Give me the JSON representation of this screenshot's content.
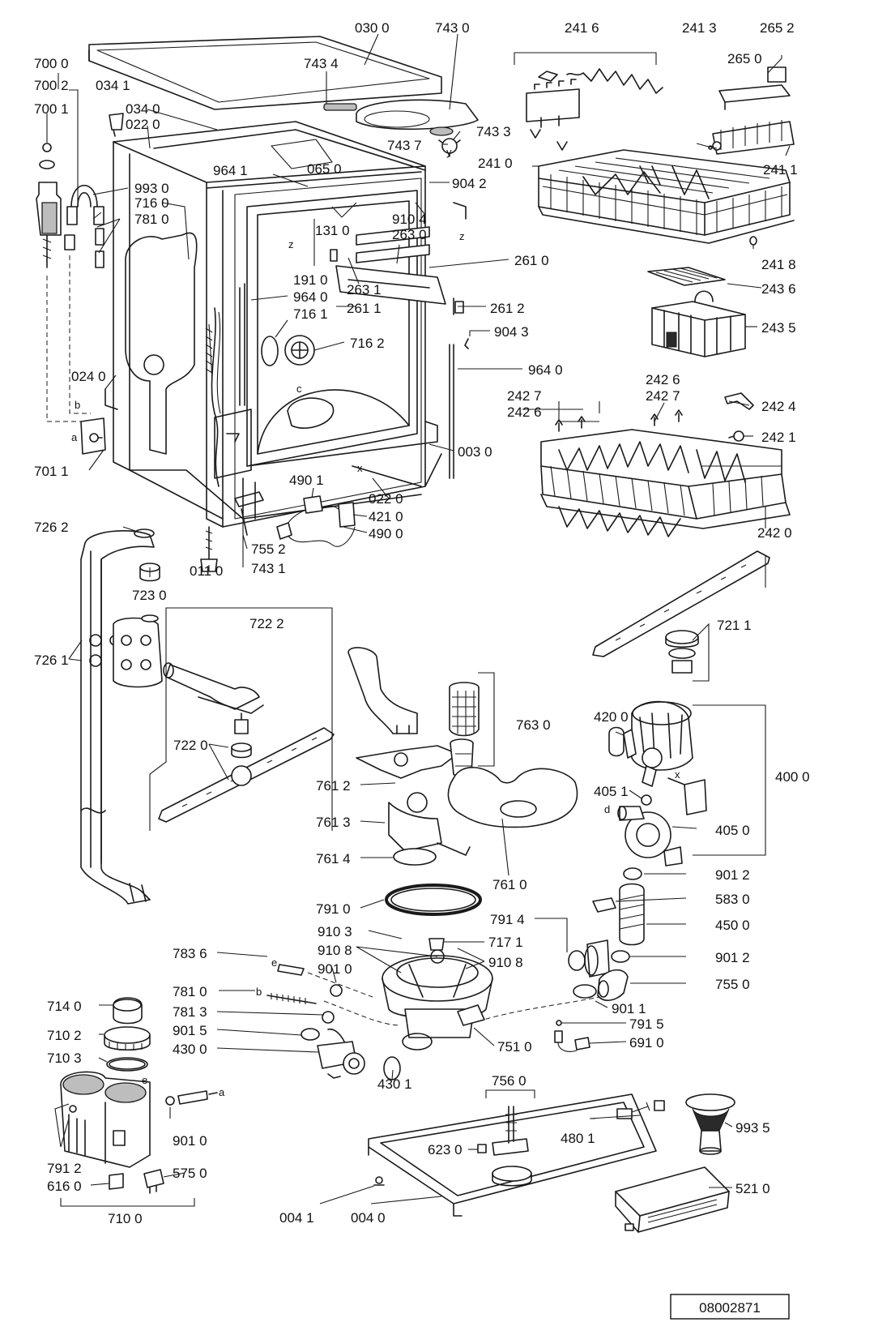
{
  "document_number": "08002871",
  "labels": {
    "l0300": "030 0",
    "l7430": "743 0",
    "l2416": "241 6",
    "l2413": "241 3",
    "l2652": "265 2",
    "l7000": "700 0",
    "l7434": "743 4",
    "l2650": "265 0",
    "l7002": "700 2",
    "l0341": "034 1",
    "l0340": "034 0",
    "l7001": "700 1",
    "l0220a": "022 0",
    "l7433": "743 3",
    "l7437": "743 7",
    "l2411": "241 1",
    "l0650": "065 0",
    "l2410": "241 0",
    "l9641": "964 1",
    "l9042": "904 2",
    "l9930": "993 0",
    "l7160a": "716 0",
    "l9104": "910 4",
    "l7810a": "781 0",
    "l1310": "131 0",
    "l2630": "263 0",
    "l2418": "241 8",
    "l2610": "261 0",
    "l2436": "243 6",
    "l1910": "191 0",
    "l2631": "263 1",
    "l9640a": "964 0",
    "l2611": "261 1",
    "l2612": "261 2",
    "l7161": "716 1",
    "l2435": "243 5",
    "l7162": "716 2",
    "l9043": "904 3",
    "l9640b": "964 0",
    "l0240": "024 0",
    "l2426a": "242 6",
    "l2427a": "242 7",
    "l2427b": "242 7",
    "l2424": "242 4",
    "l2426b": "242 6",
    "l2421": "242 1",
    "l7011": "701 1",
    "l0030": "003 0",
    "l4901": "490 1",
    "l0220b": "022 0",
    "l4210": "421 0",
    "l4900": "490 0",
    "l7262": "726 2",
    "l2420": "242 0",
    "l7552": "755 2",
    "l0110": "011 0",
    "l7431": "743 1",
    "l7230": "723 0",
    "l7222": "722 2",
    "l7211": "721 1",
    "l7261": "726 1",
    "l7630": "763 0",
    "l4200": "420 0",
    "l7220": "722 0",
    "l4000": "400 0",
    "l7612": "761 2",
    "l4051": "405 1",
    "l7613": "761 3",
    "l4050": "405 0",
    "l7614": "761 4",
    "l7610": "761 0",
    "l9012a": "901 2",
    "l7910": "791 0",
    "l5830": "583 0",
    "l7914": "791 4",
    "l4500": "450 0",
    "l9103": "910 3",
    "l7171": "717 1",
    "l9108a": "910 8",
    "l9108b": "910 8",
    "l7836": "783 6",
    "l9012b": "901 2",
    "l9010a": "901 0",
    "l7550": "755 0",
    "l7810b": "781 0",
    "l9011": "901 1",
    "l7140": "714 0",
    "l7813": "781 3",
    "l7915": "791 5",
    "l7102": "710 2",
    "l9015": "901 5",
    "l6910": "691 0",
    "l4300": "430 0",
    "l7510": "751 0",
    "l7103": "710 3",
    "l4301": "430 1",
    "l7560": "756 0",
    "l9010b": "901 0",
    "l4801": "480 1",
    "l9935": "993 5",
    "l7912": "791 2",
    "l6230": "623 0",
    "l5750": "575 0",
    "l6160": "616 0",
    "l5210": "521 0",
    "l7100": "710 0",
    "l0041": "004 1",
    "l0040": "004 0"
  },
  "markers": {
    "a1": "a",
    "b1": "b",
    "b2": "b",
    "a2": "a",
    "z1": "z",
    "z2": "z",
    "y": "y",
    "c": "c",
    "x1": "x",
    "x2": "x",
    "d": "d",
    "e1": "e",
    "e2": "e"
  }
}
